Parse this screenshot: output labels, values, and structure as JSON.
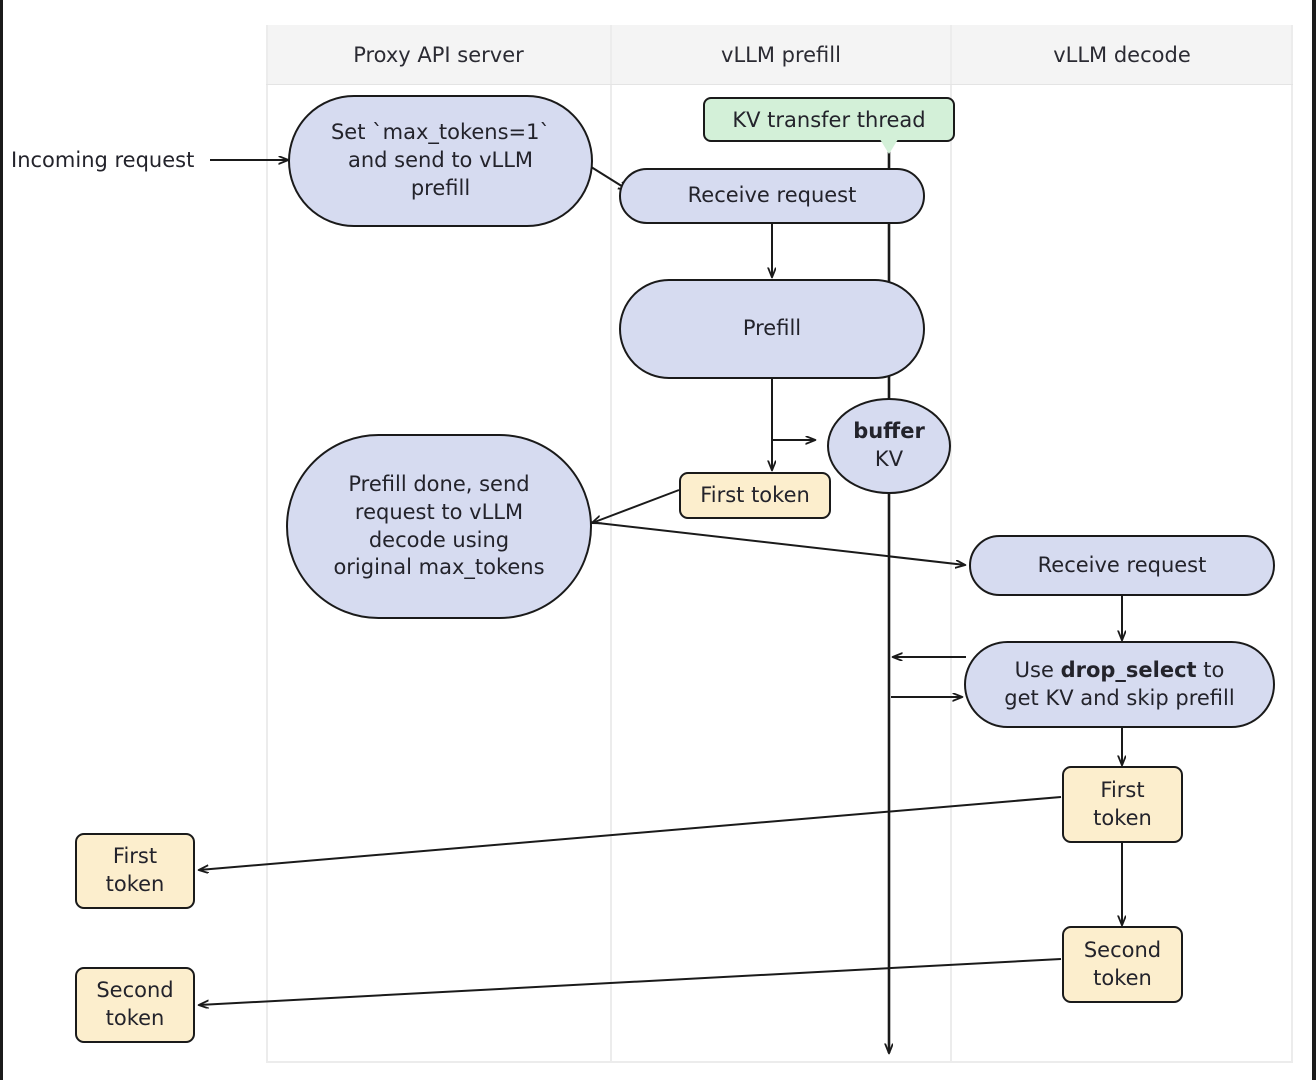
{
  "diagram": {
    "title": "vLLM disaggregated prefill / decode request flow",
    "type": "swimlane-flowchart",
    "colors": {
      "node_fill": "#d6dbf0",
      "token_fill": "#fceecd",
      "note_fill": "#d3f0d8",
      "stroke": "#1a1a1a",
      "lane_header_fill": "#f4f4f4",
      "lane_divider": "#ececec",
      "text": "#23232b",
      "background": "#ffffff"
    },
    "lanes": [
      {
        "id": "proxy",
        "label": "Proxy API server"
      },
      {
        "id": "prefill",
        "label": "vLLM prefill"
      },
      {
        "id": "decode",
        "label": "vLLM decode"
      }
    ],
    "external_labels": [
      {
        "id": "incoming-request",
        "text": "Incoming request"
      }
    ],
    "nodes": [
      {
        "id": "set-max-tokens",
        "lane": "proxy",
        "shape": "stadium",
        "text": "Set `max_tokens=1`\nand send to vLLM\nprefill"
      },
      {
        "id": "prefill-done",
        "lane": "proxy",
        "shape": "stadium",
        "text": "Prefill done, send\nrequest to vLLM\ndecode using\noriginal max_tokens"
      },
      {
        "id": "kv-transfer-thread",
        "lane": "prefill",
        "shape": "note",
        "text": "KV transfer thread"
      },
      {
        "id": "prefill-receive-request",
        "lane": "prefill",
        "shape": "stadium",
        "text": "Receive request"
      },
      {
        "id": "prefill",
        "lane": "prefill",
        "shape": "stadium",
        "text": "Prefill"
      },
      {
        "id": "buffer-kv",
        "lane": "prefill",
        "shape": "oval",
        "text_bold": "buffer",
        "text_plain": "KV"
      },
      {
        "id": "prefill-first-token",
        "lane": "prefill",
        "shape": "token",
        "text": "First token"
      },
      {
        "id": "decode-receive-request",
        "lane": "decode",
        "shape": "stadium",
        "text": "Receive request"
      },
      {
        "id": "drop-select",
        "lane": "decode",
        "shape": "stadium",
        "text_pre": "Use ",
        "text_bold": "drop_select",
        "text_post": " to",
        "text_line2": "get KV and skip prefill"
      },
      {
        "id": "decode-first-token",
        "lane": "decode",
        "shape": "token",
        "text": "First\ntoken"
      },
      {
        "id": "decode-second-token",
        "lane": "decode",
        "shape": "token",
        "text": "Second\ntoken"
      },
      {
        "id": "out-first-token",
        "lane": "outside-left",
        "shape": "token",
        "text": "First\ntoken"
      },
      {
        "id": "out-second-token",
        "lane": "outside-left",
        "shape": "token",
        "text": "Second\ntoken"
      }
    ],
    "edges": [
      {
        "from": "incoming-request",
        "to": "set-max-tokens"
      },
      {
        "from": "set-max-tokens",
        "to": "prefill-receive-request"
      },
      {
        "from": "prefill-receive-request",
        "to": "prefill"
      },
      {
        "from": "prefill",
        "to": "prefill-first-token"
      },
      {
        "from": "prefill",
        "to": "buffer-kv"
      },
      {
        "from": "prefill-first-token",
        "to": "prefill-done"
      },
      {
        "from": "prefill-done",
        "to": "decode-receive-request"
      },
      {
        "from": "decode-receive-request",
        "to": "drop-select"
      },
      {
        "from": "drop-select",
        "to": "kv-transfer-line",
        "direction": "left"
      },
      {
        "from": "kv-transfer-line",
        "to": "drop-select",
        "direction": "right"
      },
      {
        "from": "drop-select",
        "to": "decode-first-token"
      },
      {
        "from": "decode-first-token",
        "to": "decode-second-token"
      },
      {
        "from": "decode-first-token",
        "to": "out-first-token"
      },
      {
        "from": "decode-second-token",
        "to": "out-second-token"
      },
      {
        "from": "kv-transfer-thread",
        "to": "kv-transfer-line-end",
        "style": "lifeline"
      }
    ]
  },
  "text": {
    "lane_proxy": "Proxy API server",
    "lane_prefill": "vLLM prefill",
    "lane_decode": "vLLM decode",
    "incoming_request": "Incoming request",
    "set_max_tokens_l1": "Set `max_tokens=1`",
    "set_max_tokens_l2": "and send to vLLM",
    "set_max_tokens_l3": "prefill",
    "prefill_done_l1": "Prefill done, send",
    "prefill_done_l2": "request to vLLM",
    "prefill_done_l3": "decode using",
    "prefill_done_l4": "original max_tokens",
    "kv_transfer_thread": "KV transfer thread",
    "prefill_receive_request": "Receive request",
    "prefill": "Prefill",
    "buffer_bold": "buffer",
    "buffer_kv": "KV",
    "prefill_first_token": "First token",
    "decode_receive_request": "Receive request",
    "drop_select_pre": "Use ",
    "drop_select_bold": "drop_select",
    "drop_select_post": " to",
    "drop_select_l2": "get KV and skip prefill",
    "decode_first_token_l1": "First",
    "decode_first_token_l2": "token",
    "decode_second_token_l1": "Second",
    "decode_second_token_l2": "token",
    "out_first_token_l1": "First",
    "out_first_token_l2": "token",
    "out_second_token_l1": "Second",
    "out_second_token_l2": "token"
  }
}
